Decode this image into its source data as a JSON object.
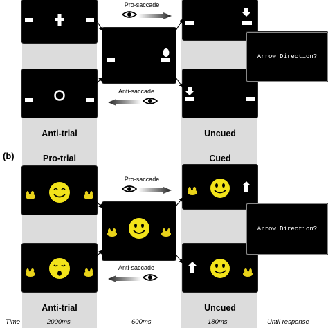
{
  "panel_b": {
    "label": "(b)"
  },
  "top_row": {
    "bottom_left_label": "Anti-trial",
    "bottom_right_label": "Uncued"
  },
  "bottom_row": {
    "top_left_label": "Pro-trial",
    "top_right_label": "Cued",
    "bottom_left_label": "Anti-trial",
    "bottom_right_label": "Uncued"
  },
  "cues": {
    "pro_saccade": "Pro-saccade",
    "anti_saccade": "Anti-saccade"
  },
  "response_screen": {
    "text": "Arrow Direction?"
  },
  "timeline": {
    "label": "Time",
    "t1": "2000ms",
    "t2": "600ms",
    "t3": "180ms",
    "t4": "Until response"
  },
  "colors": {
    "face": "#f2e31a",
    "background_band": "#dcdcdc",
    "screen": "#000000"
  },
  "icons": [
    "eye-icon",
    "gradient-arrow-icon",
    "hand-icon",
    "smiley-face-icon",
    "arrow-up-icon",
    "arrow-down-icon"
  ]
}
